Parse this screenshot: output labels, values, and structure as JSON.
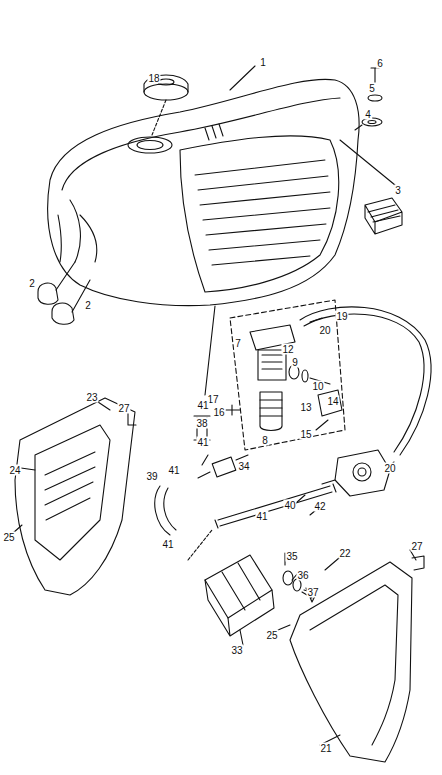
{
  "diagram": {
    "labels": [
      "6",
      "5",
      "18",
      "1",
      "4",
      "3",
      "2",
      "2",
      "19",
      "20",
      "7",
      "12",
      "9",
      "10",
      "17",
      "41",
      "16",
      "13",
      "14",
      "15",
      "8",
      "38",
      "41",
      "34",
      "20",
      "23",
      "27",
      "24",
      "39",
      "41",
      "40",
      "42",
      "25",
      "41",
      "41",
      "35",
      "36",
      "37",
      "27",
      "22",
      "25",
      "33",
      "21"
    ]
  }
}
